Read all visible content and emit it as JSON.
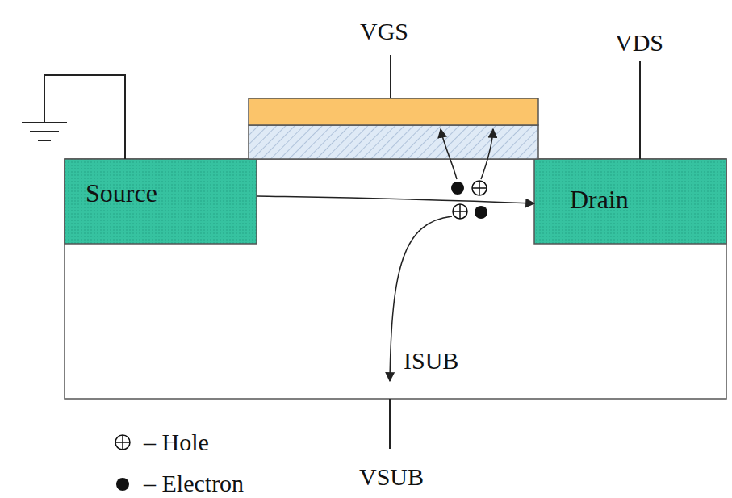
{
  "diagram": {
    "nodes": [
      {
        "text": [
          "Source"
        ]
      },
      {
        "text": [
          "Drain"
        ]
      }
    ],
    "edges": [
      {
        "from": 0,
        "to": 1,
        "arrow": "to"
      }
    ],
    "labels": [
      "VGS",
      "VDS",
      "ISUB",
      "VSUB"
    ],
    "legend": [
      {
        "text": "– Hole"
      },
      {
        "text": "– Electron"
      }
    ]
  }
}
